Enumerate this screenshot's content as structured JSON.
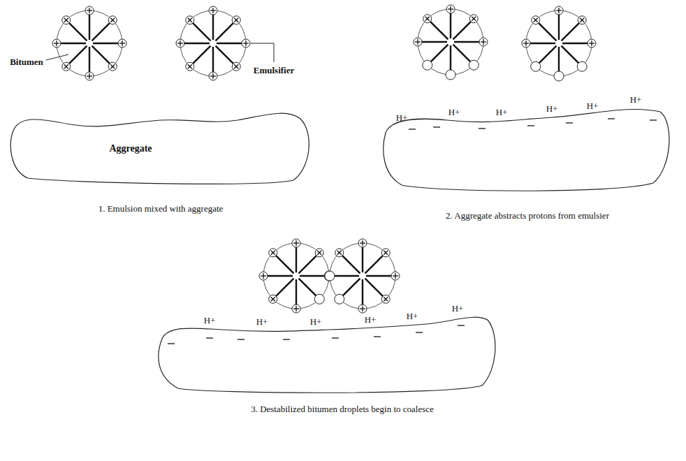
{
  "diagram": {
    "nodes": [
      {
        "text": [
          "Aggregate"
        ]
      }
    ],
    "labels": [
      "Bitumen",
      "Emulsifier",
      "H+",
      "H+",
      "H+",
      "H+",
      "H+",
      "H+",
      "1. Emulsion mixed with aggregate",
      "2. Aggregate abstracts protons from emulsier",
      "H+",
      "H+",
      "H+",
      "H+",
      "H+",
      "H+",
      "3. Destabilized bitumen droplets begin to coalesce"
    ]
  }
}
